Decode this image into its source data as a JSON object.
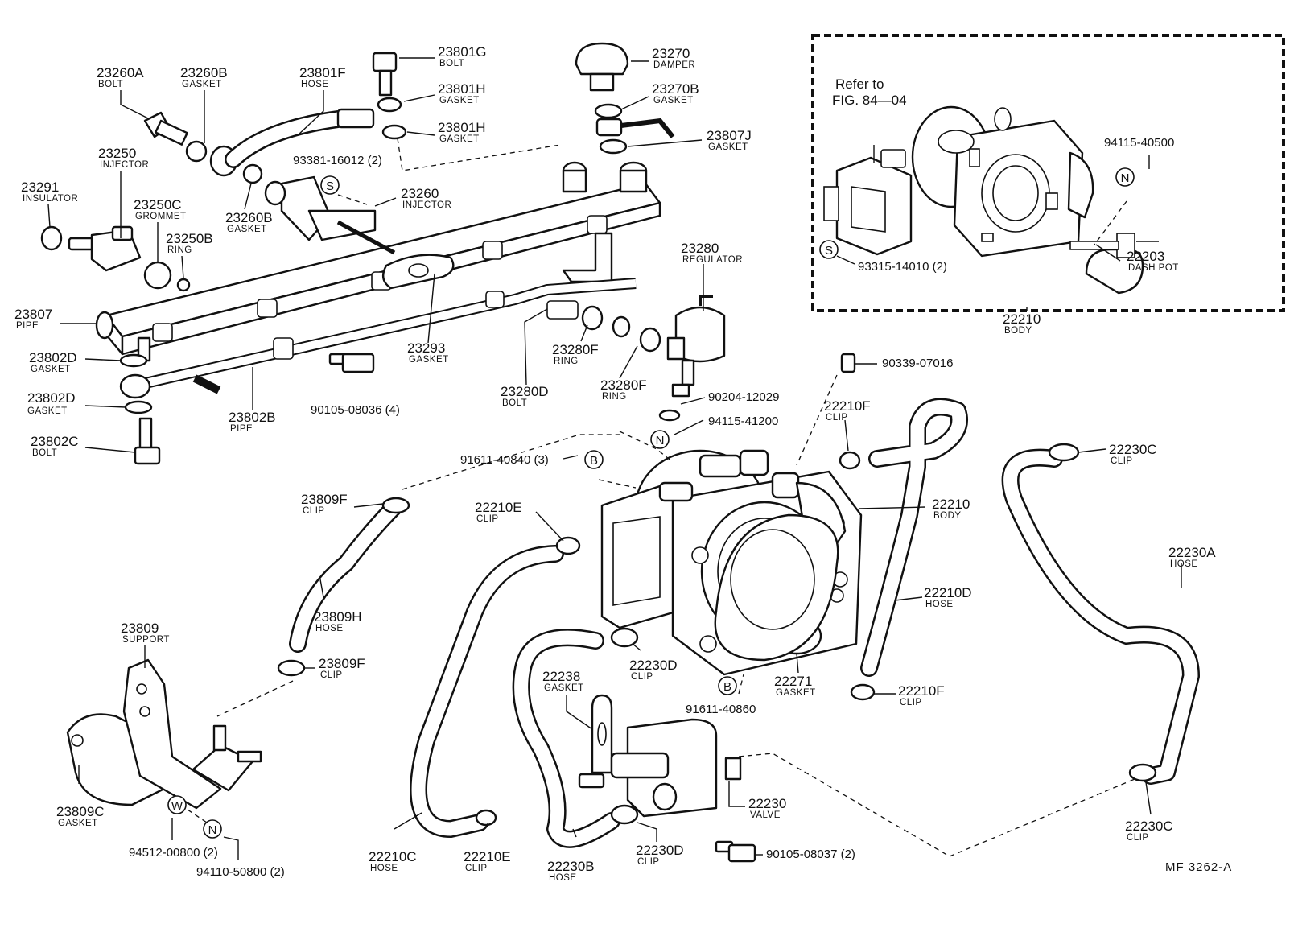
{
  "labels": [
    {
      "part": "23260A",
      "name": "BOLT"
    },
    {
      "part": "23260B",
      "name": "GASKET"
    },
    {
      "part": "23801F",
      "name": "HOSE"
    },
    {
      "part": "23801G",
      "name": "BOLT"
    },
    {
      "part": "23801H",
      "name": "GASKET"
    },
    {
      "part": "23801H",
      "name": "GASKET"
    },
    {
      "part": "23270",
      "name": "DAMPER"
    },
    {
      "part": "23270B",
      "name": "GASKET"
    },
    {
      "part": "23807J",
      "name": "GASKET"
    },
    {
      "part": "23250",
      "name": "INJECTOR"
    },
    {
      "part": "23291",
      "name": "INSULATOR"
    },
    {
      "part": "23250C",
      "name": "GROMMET"
    },
    {
      "part": "23250B",
      "name": "RING"
    },
    {
      "part": "23260B",
      "name": "GASKET"
    },
    {
      "part": "23260",
      "name": "INJECTOR"
    },
    {
      "part": "23280",
      "name": "REGULATOR"
    },
    {
      "part": "23807",
      "name": "PIPE"
    },
    {
      "part": "23802D",
      "name": "GASKET"
    },
    {
      "part": "23802D",
      "name": "GASKET"
    },
    {
      "part": "23802C",
      "name": "BOLT"
    },
    {
      "part": "23802B",
      "name": "PIPE"
    },
    {
      "part": "23293",
      "name": "GASKET"
    },
    {
      "part": "23280F",
      "name": "RING"
    },
    {
      "part": "23280F",
      "name": "RING"
    },
    {
      "part": "23280D",
      "name": "BOLT"
    },
    {
      "part": "22210",
      "name": "BODY"
    },
    {
      "part": "22203",
      "name": "DASH POT"
    },
    {
      "part": "22210F",
      "name": "CLIP"
    },
    {
      "part": "22230C",
      "name": "CLIP"
    },
    {
      "part": "23809F",
      "name": "CLIP"
    },
    {
      "part": "22210E",
      "name": "CLIP"
    },
    {
      "part": "22210",
      "name": "BODY"
    },
    {
      "part": "23809H",
      "name": "HOSE"
    },
    {
      "part": "22210D",
      "name": "HOSE"
    },
    {
      "part": "22230A",
      "name": "HOSE"
    },
    {
      "part": "23809",
      "name": "SUPPORT"
    },
    {
      "part": "23809F",
      "name": "CLIP"
    },
    {
      "part": "22230D",
      "name": "CLIP"
    },
    {
      "part": "22271",
      "name": "GASKET"
    },
    {
      "part": "22238",
      "name": "GASKET"
    },
    {
      "part": "22210F",
      "name": "CLIP"
    },
    {
      "part": "23809C",
      "name": "GASKET"
    },
    {
      "part": "22230",
      "name": "VALVE"
    },
    {
      "part": "22230C",
      "name": "CLIP"
    },
    {
      "part": "22210C",
      "name": "HOSE"
    },
    {
      "part": "22210E",
      "name": "CLIP"
    },
    {
      "part": "22230B",
      "name": "HOSE"
    },
    {
      "part": "22230D",
      "name": "CLIP"
    }
  ],
  "part_numbers": [
    "93381-16012 (2)",
    "94115-40500",
    "93315-14010 (2)",
    "90339-07016",
    "90204-12029",
    "94115-41200",
    "90105-08036 (4)",
    "91611-40840 (3)",
    "91611-40860",
    "94512-00800 (2)",
    "94110-50800 (2)",
    "90105-08037 (2)"
  ],
  "symbols": [
    "S",
    "S",
    "N",
    "N",
    "B",
    "B",
    "W",
    "N"
  ],
  "reference_note": {
    "line1": "Refer to",
    "line2": "FIG. 84—04"
  },
  "drawing_code": "MF  3262-A"
}
